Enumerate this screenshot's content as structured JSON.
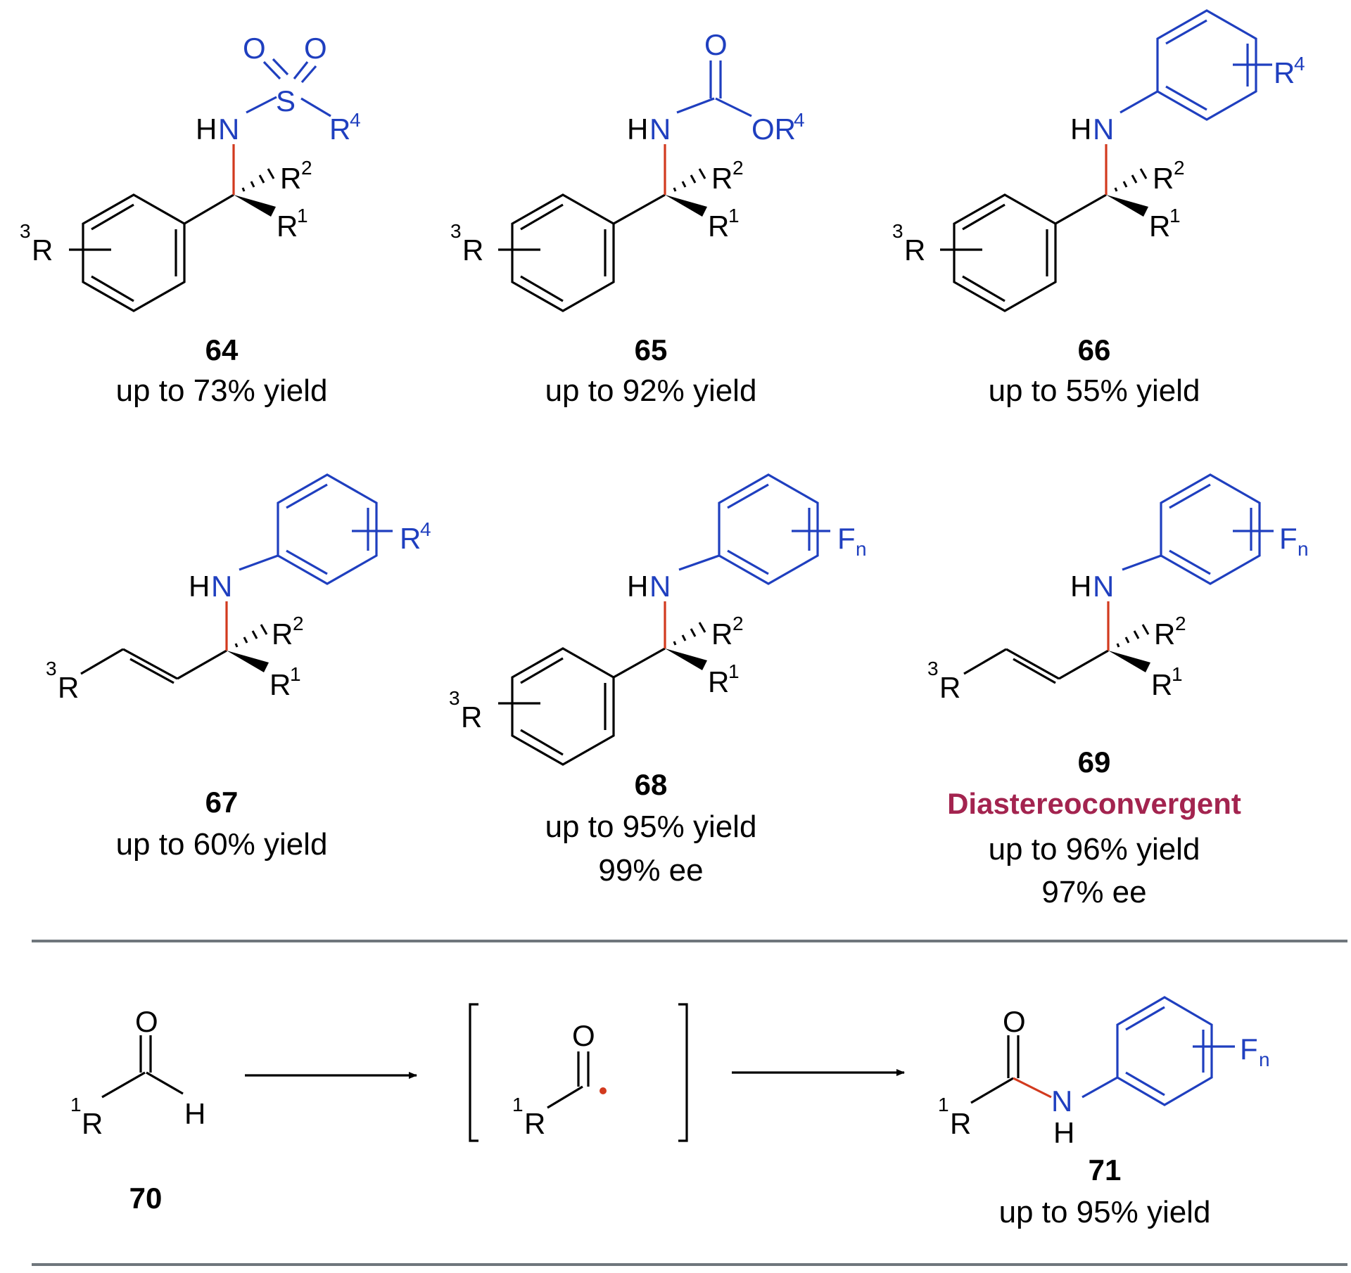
{
  "colors": {
    "black": "#000000",
    "blue": "#1f3fbf",
    "red": "#d23a1e",
    "highlight": "#a3244f",
    "divider": "#6f767c"
  },
  "compounds": [
    {
      "id": "64",
      "note": "",
      "yield": "up to 73% yield",
      "ee": ""
    },
    {
      "id": "65",
      "note": "",
      "yield": "up to 92% yield",
      "ee": ""
    },
    {
      "id": "66",
      "note": "",
      "yield": "up to 55% yield",
      "ee": ""
    },
    {
      "id": "67",
      "note": "",
      "yield": "up to 60% yield",
      "ee": ""
    },
    {
      "id": "68",
      "note": "",
      "yield": "up to 95% yield",
      "ee": "99% ee"
    },
    {
      "id": "69",
      "note": "Diastereoconvergent",
      "yield": "up to 96% yield",
      "ee": "97% ee"
    }
  ],
  "reaction": {
    "substrate_id": "70",
    "product_id": "71",
    "product_yield": "up to 95% yield"
  },
  "atoms": {
    "O": "O",
    "S": "S",
    "H": "H",
    "N": "N",
    "HN": "HN",
    "OR4": "OR",
    "R": "R",
    "F": "F",
    "sup1": "1",
    "sup2": "2",
    "sup3": "3",
    "sup4": "4",
    "sub_n": "n"
  }
}
